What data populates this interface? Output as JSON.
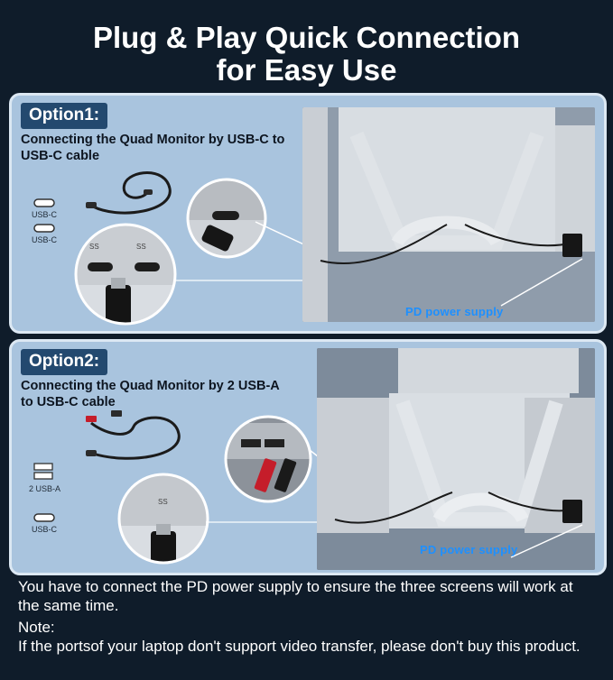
{
  "title": {
    "line1": "Plug & Play Quick Connection",
    "line2": "for Easy Use"
  },
  "option1": {
    "badge": "Option1:",
    "description": "Connecting the Quad Monitor by USB-C to USB-C cable",
    "ports": [
      "USB-C",
      "USB-C"
    ],
    "pd_label": "PD power supply"
  },
  "option2": {
    "badge": "Option2:",
    "description": "Connecting the Quad Monitor by 2 USB-A to USB-C cable",
    "ports": [
      "2 USB-A",
      "USB-C"
    ],
    "pd_label": "PD power supply"
  },
  "notice": "You have to connect the PD power supply to ensure the three screens will work at the same time.",
  "note_heading": "Note:",
  "note_text": "If the portsof your laptop don't support video transfer, please don't buy this product.",
  "colors": {
    "background": "#0f1c2a",
    "panel": "#a9c4de",
    "badge": "#23496f",
    "pd_label": "#1e90ff"
  }
}
